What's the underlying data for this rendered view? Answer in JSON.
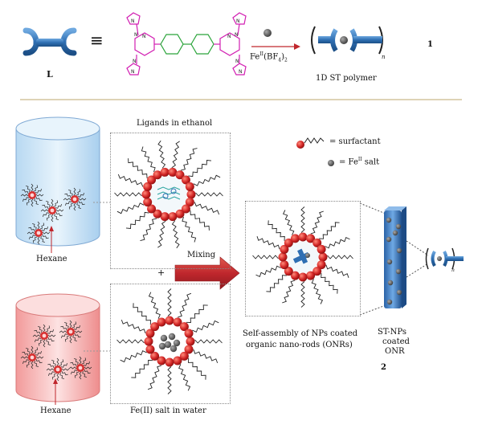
{
  "top": {
    "ligand_label": "L",
    "equiv_symbol": "≡",
    "fe_label_prefix": "Fe",
    "fe_label_sup": "II",
    "fe_label_suffix": "(BF",
    "fe_label_sub": "4",
    "fe_label_end": ")",
    "fe_label_sub2": "2",
    "polymer_sub": "n",
    "polymer_caption": "1D ST polymer",
    "compound_number": "1"
  },
  "bottom": {
    "box1_title": "Ligands in ethanol",
    "box2_caption": "Fe(II) salt in water",
    "hexane_top": "Hexane",
    "hexane_bottom": "Hexane",
    "plus": "+",
    "mixing": "Mixing",
    "legend_surfactant": "= surfactant",
    "legend_fe_prefix": "= Fe",
    "legend_fe_sup": "II",
    "legend_fe_suffix": " salt",
    "onr_caption_line1": "Self-assembly of NPs coated",
    "onr_caption_line2": "organic nano-rods (ONRs)",
    "st_caption_line1": "ST-NPs",
    "st_caption_line2": "coated",
    "st_caption_line3": "ONR",
    "compound_number": "2",
    "small_polymer_sub": "n"
  },
  "colors": {
    "ligand_blue": "#2f6fb3",
    "magenta": "#d21fb2",
    "green": "#2aa43a",
    "arrow_red": "#c0272d",
    "bead_red": "#cc1f1f",
    "divider": "#c9b98a",
    "cyl_blue": "#cfe6f7",
    "cyl_red": "#f6b3b3"
  }
}
